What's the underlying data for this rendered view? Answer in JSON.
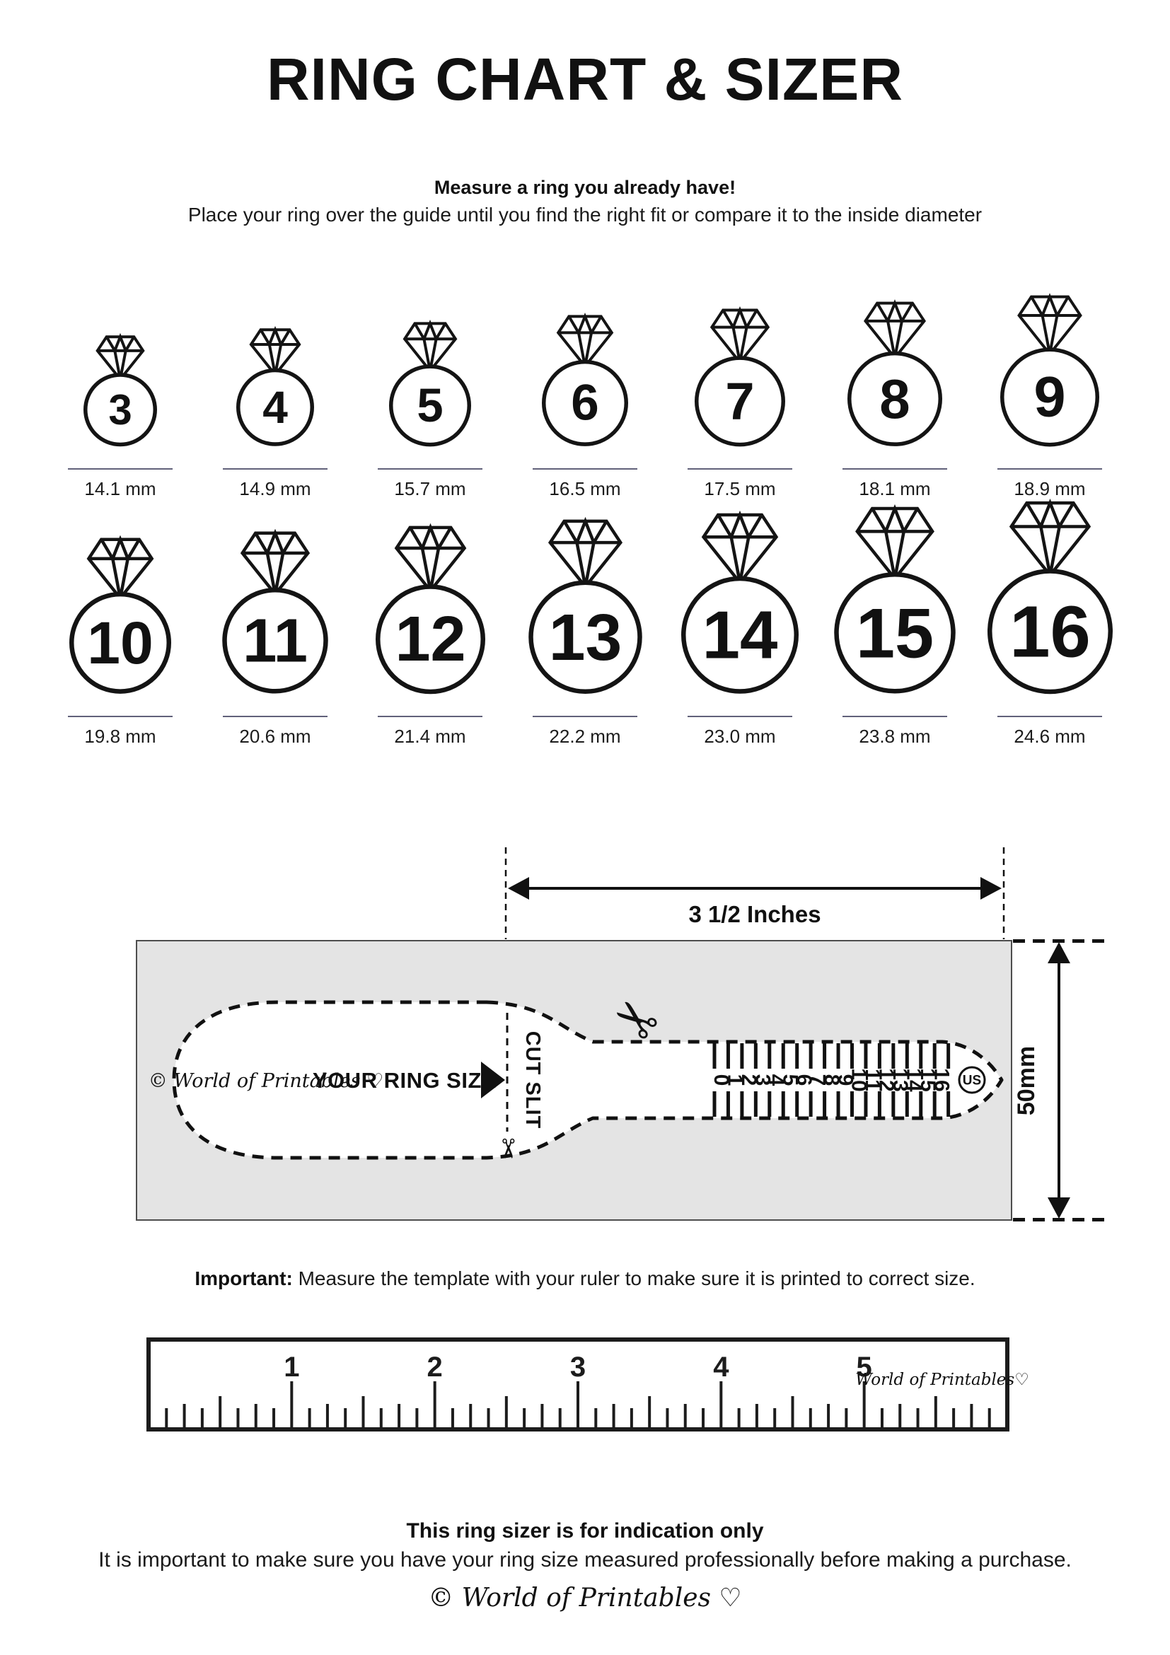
{
  "title": "RING CHART & SIZER",
  "intro": {
    "heading": "Measure a ring you already have!",
    "subheading": "Place your ring over the guide until you find the right fit or compare it to the inside diameter"
  },
  "ring_chart": {
    "rows": [
      [
        {
          "size": "3",
          "diameter": "14.1 mm"
        },
        {
          "size": "4",
          "diameter": "14.9 mm"
        },
        {
          "size": "5",
          "diameter": "15.7 mm"
        },
        {
          "size": "6",
          "diameter": "16.5 mm"
        },
        {
          "size": "7",
          "diameter": "17.5 mm"
        },
        {
          "size": "8",
          "diameter": "18.1 mm"
        },
        {
          "size": "9",
          "diameter": "18.9 mm"
        }
      ],
      [
        {
          "size": "10",
          "diameter": "19.8 mm"
        },
        {
          "size": "11",
          "diameter": "20.6 mm"
        },
        {
          "size": "12",
          "diameter": "21.4 mm"
        },
        {
          "size": "13",
          "diameter": "22.2 mm"
        },
        {
          "size": "14",
          "diameter": "23.0 mm"
        },
        {
          "size": "15",
          "diameter": "23.8 mm"
        },
        {
          "size": "16",
          "diameter": "24.6 mm"
        }
      ]
    ]
  },
  "sizer_template": {
    "width_label": "3 1/2 Inches",
    "height_label": "50mm",
    "brand": "© World of Printables ♡",
    "ring_size_label": "YOUR RING SIZE",
    "cut_slit_label": "CUT SLIT",
    "unit_badge": "US",
    "scale_numbers": [
      "0",
      "1",
      "2",
      "3",
      "4",
      "5",
      "6",
      "7",
      "8",
      "9",
      "10",
      "11",
      "12",
      "13",
      "14",
      "15",
      "16"
    ],
    "scissors_glyph": "✂",
    "colors": {
      "panel_gray": "#e4e4e4",
      "ink": "#111111",
      "separator": "#61617a"
    }
  },
  "important_note": {
    "label": "Important:",
    "text": " Measure the template with your ruler to make sure it is printed to correct size."
  },
  "ruler": {
    "unit_numbers": [
      "1",
      "2",
      "3",
      "4",
      "5"
    ],
    "brand": "World of Printables♡"
  },
  "footer": {
    "heading": "This ring sizer is for indication only",
    "text": "It is important to make sure you have your ring size measured professionally before making a purchase.",
    "brand": "© World of Printables ♡"
  }
}
